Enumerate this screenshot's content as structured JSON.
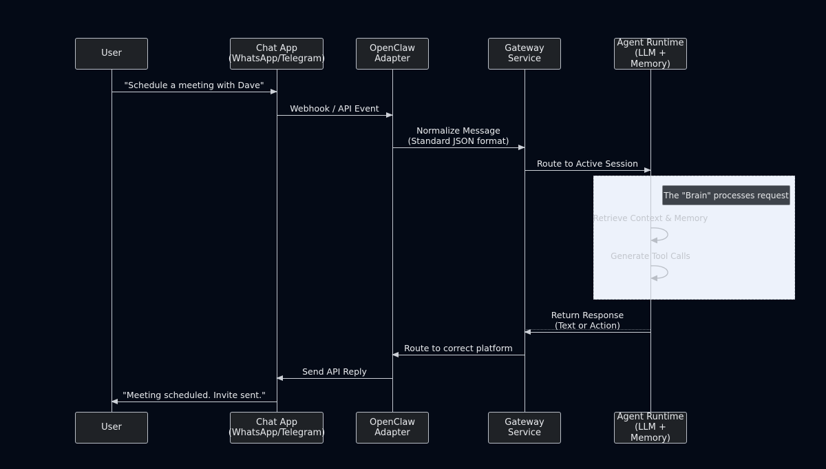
{
  "diagram": {
    "type": "sequence-diagram",
    "actors": [
      {
        "id": "user",
        "label": "User"
      },
      {
        "id": "chat-app",
        "label": "Chat App\n(WhatsApp/Telegram)"
      },
      {
        "id": "openclaw-adapter",
        "label": "OpenClaw\nAdapter"
      },
      {
        "id": "gateway-service",
        "label": "Gateway\nService"
      },
      {
        "id": "agent-runtime",
        "label": "Agent Runtime\n(LLM + Memory)"
      }
    ],
    "messages": [
      {
        "label": "\"Schedule a meeting with Dave\"",
        "from": "user",
        "to": "chat-app",
        "direction": "right"
      },
      {
        "label": "Webhook / API Event",
        "from": "chat-app",
        "to": "openclaw-adapter",
        "direction": "right"
      },
      {
        "label": "Normalize Message\n(Standard JSON format)",
        "from": "openclaw-adapter",
        "to": "gateway-service",
        "direction": "right"
      },
      {
        "label": "Route to Active Session",
        "from": "gateway-service",
        "to": "agent-runtime",
        "direction": "right"
      },
      {
        "label": "Return Response\n(Text or Action)",
        "from": "agent-runtime",
        "to": "gateway-service",
        "direction": "left"
      },
      {
        "label": "Route to correct platform",
        "from": "gateway-service",
        "to": "openclaw-adapter",
        "direction": "left"
      },
      {
        "label": "Send API Reply",
        "from": "openclaw-adapter",
        "to": "chat-app",
        "direction": "left"
      },
      {
        "label": "\"Meeting scheduled. Invite sent.\"",
        "from": "chat-app",
        "to": "user",
        "direction": "left"
      }
    ],
    "highlight": {
      "note": "The \"Brain\" processes request",
      "actor": "agent-runtime",
      "self_loops": [
        {
          "label": "Retrieve Context & Memory"
        },
        {
          "label": "Generate Tool Calls"
        }
      ]
    },
    "colors": {
      "background": "#040a16",
      "actor_fill": "#1f2226",
      "actor_border": "#b9bec7",
      "line": "#ccd0d7",
      "text": "#e9ebee",
      "highlight_fill": "#edf2fb",
      "note_fill": "#3e434a",
      "note_border": "#85898f",
      "loop_text": "#c2c6cd"
    }
  }
}
